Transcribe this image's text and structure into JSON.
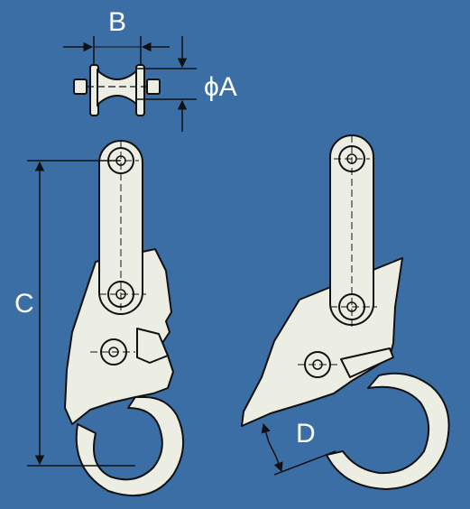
{
  "colors": {
    "background": "#3a6ea5",
    "part_fill": "#eceee4",
    "outline": "#111111",
    "label_text": "#ffffff"
  },
  "dimensions": {
    "B": "B",
    "A": "ϕA",
    "C": "C",
    "D": "D"
  }
}
